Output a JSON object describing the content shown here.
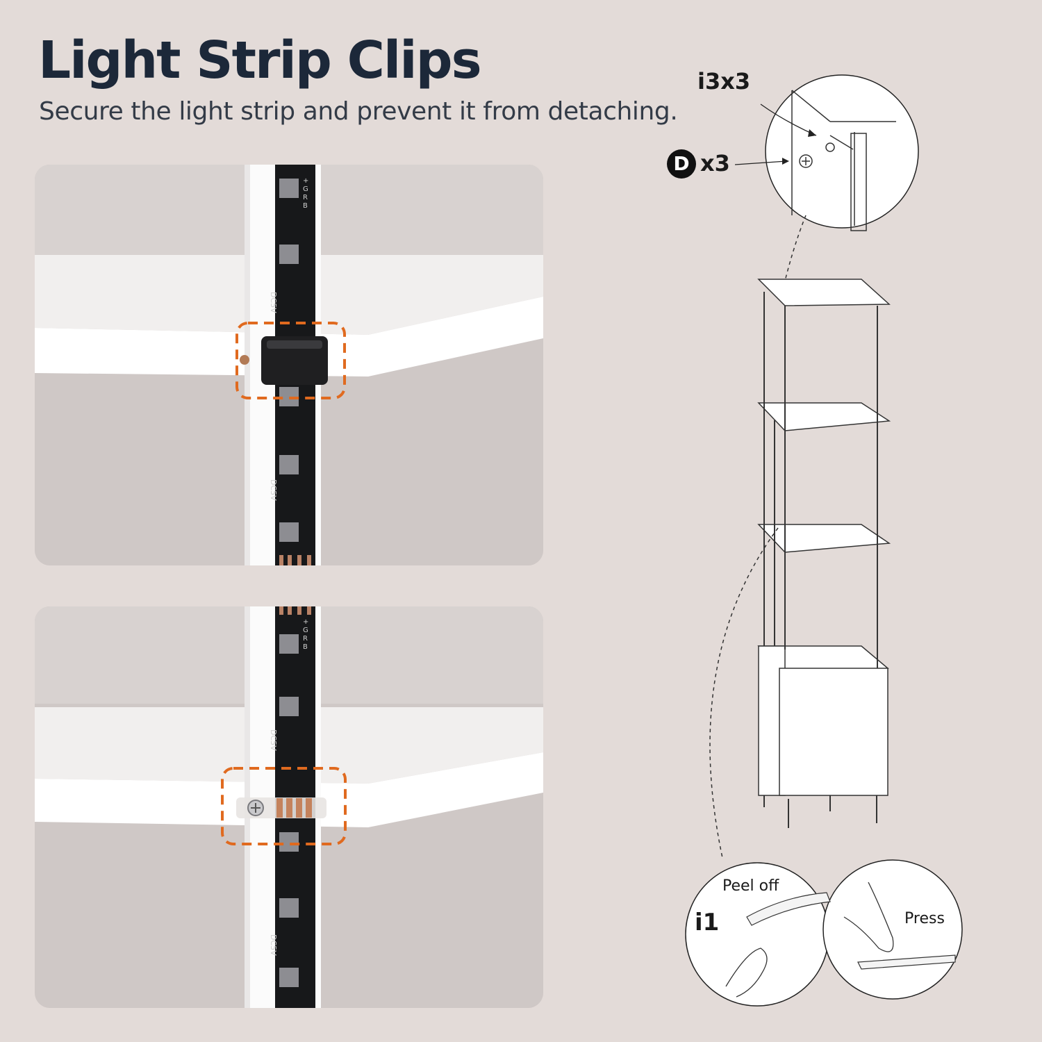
{
  "header": {
    "title": "Light Strip Clips",
    "subtitle": "Secure the light strip and prevent it from detaching."
  },
  "diagram": {
    "top_callout_part": "i3x3",
    "screw_badge": "D",
    "screw_qty": "x3",
    "peel_label": "Peel off",
    "adhesive_part": "i1",
    "press_label": "Press"
  },
  "strip_text": {
    "voltage": "DC5V",
    "pads": [
      "+",
      "G",
      "R",
      "B"
    ]
  },
  "colors": {
    "background": "#e3dbd8",
    "highlight": "#e06a1f",
    "strip": "#17181a",
    "title": "#1c2839"
  }
}
